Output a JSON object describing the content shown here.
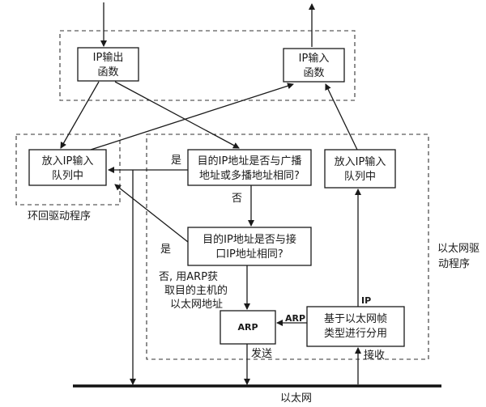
{
  "boxes": {
    "ip_output": {
      "line1": "IP输出",
      "line2": "函数"
    },
    "ip_input": {
      "line1": "IP输入",
      "line2": "函数"
    },
    "loop_enqueue": {
      "line1": "放入IP输入",
      "line2": "队列中"
    },
    "bcast_check": {
      "line1": "目的IP地址是否与广播",
      "line2": "地址或多播地址相同?"
    },
    "eth_enqueue": {
      "line1": "放入IP输入",
      "line2": "队列中"
    },
    "iface_check": {
      "line1": "目的IP地址是否与接",
      "line2": "口IP地址相同?"
    },
    "arp": {
      "label": "ARP"
    },
    "demux": {
      "line1": "基于以太网帧",
      "line2": "类型进行分用"
    }
  },
  "edges": {
    "yes": "是",
    "no": "否",
    "arp_note": {
      "line1": "否, 用ARP获",
      "line2": "取目的主机的",
      "line3": "以太网地址"
    },
    "arp": "ARP",
    "ip": "IP",
    "send": "发送",
    "receive": "接收"
  },
  "groups": {
    "loopback_driver": "环回驱动程序",
    "ethernet_driver": {
      "line1": "以太网驱",
      "line2": "动程序"
    },
    "ethernet": "以太网"
  }
}
